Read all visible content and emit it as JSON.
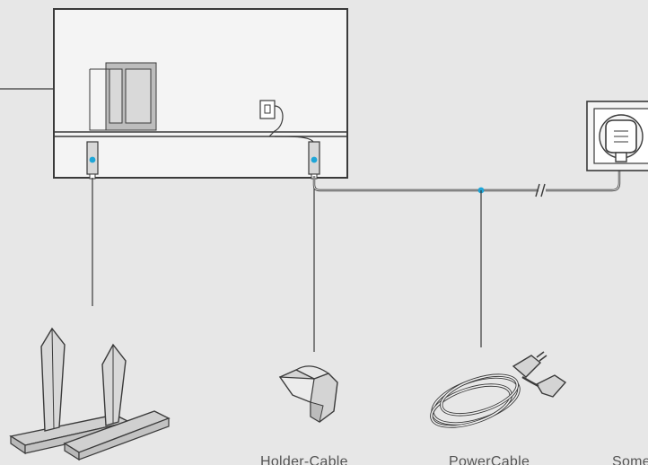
{
  "captions": {
    "holder_cable": "Holder-Cable",
    "power_cable": "PowerCable",
    "cut_off": "Some"
  },
  "colors": {
    "background": "#e7e7e7",
    "tv_panel": "#f4f4f4",
    "outline": "#3a3a3a",
    "highlight": "#bdbdbd",
    "connector_dot": "#1ea6d8",
    "stand_fill": "#d0d0d0"
  },
  "icons": [
    "tv-back-panel",
    "stand-legs-icon",
    "holder-cable-clip-icon",
    "power-cable-coil-icon",
    "wall-socket-icon",
    "power-plug-icon"
  ]
}
